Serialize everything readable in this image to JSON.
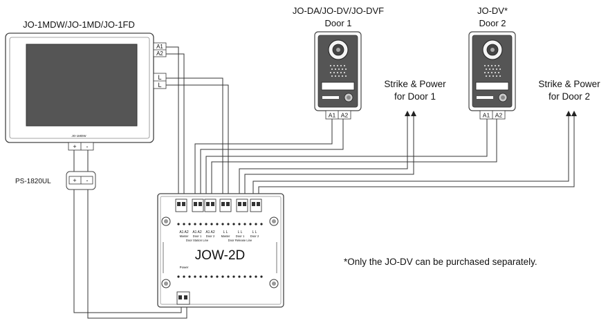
{
  "monitor": {
    "model_label": "JO-1MDW/JO-1MD/JO-1FD",
    "brand_text": "JO-1MDW",
    "terminals_bus": [
      "A1",
      "A2"
    ],
    "terminals_lock": [
      "L",
      "L"
    ],
    "terminals_power": [
      "+",
      "-"
    ]
  },
  "power_supply": {
    "label": "PS-1820UL",
    "terminals": [
      "+",
      "-"
    ]
  },
  "door1": {
    "model_label": "JO-DA/JO-DV/JO-DVF",
    "name": "Door 1",
    "terminals": [
      "A1",
      "A2"
    ]
  },
  "door2": {
    "model_label": "JO-DV*",
    "name": "Door 2",
    "terminals": [
      "A1",
      "A2"
    ]
  },
  "strike1": {
    "line1": "Strike & Power",
    "line2": "for Door 1"
  },
  "strike2": {
    "line1": "Strike & Power",
    "line2": "for Door 2"
  },
  "adaptor": {
    "name": "JOW-2D",
    "terminal_labels": [
      "A1 A2",
      "A1 A2",
      "A1 A2",
      "L  L",
      "L  L",
      "L  L"
    ],
    "group_labels": [
      "Master",
      "Door 1",
      "Door 2",
      "Master",
      "Door 1",
      "Door 2"
    ],
    "caption_station": "Door Station Line",
    "caption_release": "Door Release Line",
    "power_label": "Power"
  },
  "footnote": "*Only the JO-DV can be purchased separately."
}
